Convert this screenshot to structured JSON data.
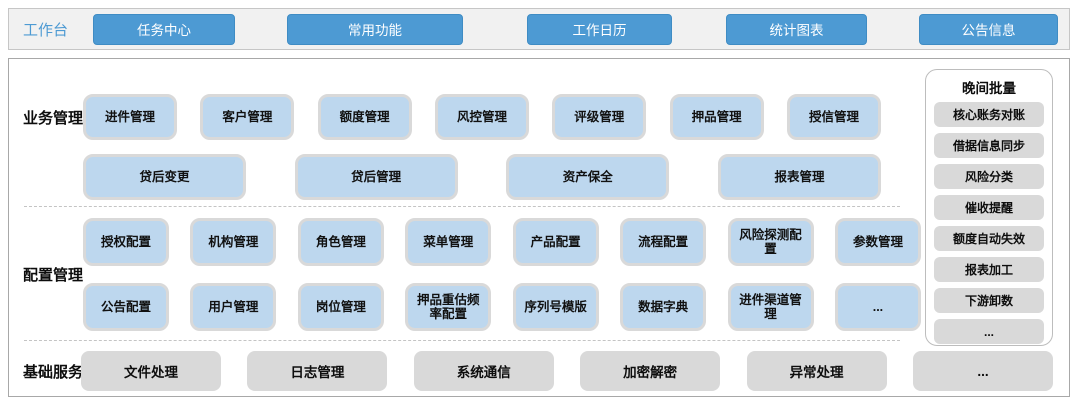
{
  "topbar": {
    "label": "工作台",
    "buttons": [
      "任务中心",
      "常用功能",
      "工作日历",
      "统计图表",
      "公告信息"
    ]
  },
  "sections": {
    "business": {
      "label": "业务管理",
      "row1": [
        "进件管理",
        "客户管理",
        "额度管理",
        "风控管理",
        "评级管理",
        "押品管理",
        "授信管理"
      ],
      "row2": [
        "贷后变更",
        "贷后管理",
        "资产保全",
        "报表管理"
      ]
    },
    "config": {
      "label": "配置管理",
      "row1": [
        "授权配置",
        "机构管理",
        "角色管理",
        "菜单管理",
        "产品配置",
        "流程配置",
        "风险探测配置",
        "参数管理"
      ],
      "row2": [
        "公告配置",
        "用户管理",
        "岗位管理",
        "押品重估频率配置",
        "序列号模版",
        "数据字典",
        "进件渠道管理",
        "..."
      ]
    },
    "base": {
      "label": "基础服务",
      "items": [
        "文件处理",
        "日志管理",
        "系统通信",
        "加密解密",
        "异常处理",
        "..."
      ]
    }
  },
  "night_batch": {
    "title": "晚间批量",
    "items": [
      "核心账务对账",
      "借据信息同步",
      "风险分类",
      "催收提醒",
      "额度自动失效",
      "报表加工",
      "下游卸数",
      "..."
    ]
  },
  "colors": {
    "primary_blue": "#4d9ad3",
    "light_blue": "#bdd7ee",
    "gray_box": "#d9d9d9"
  }
}
